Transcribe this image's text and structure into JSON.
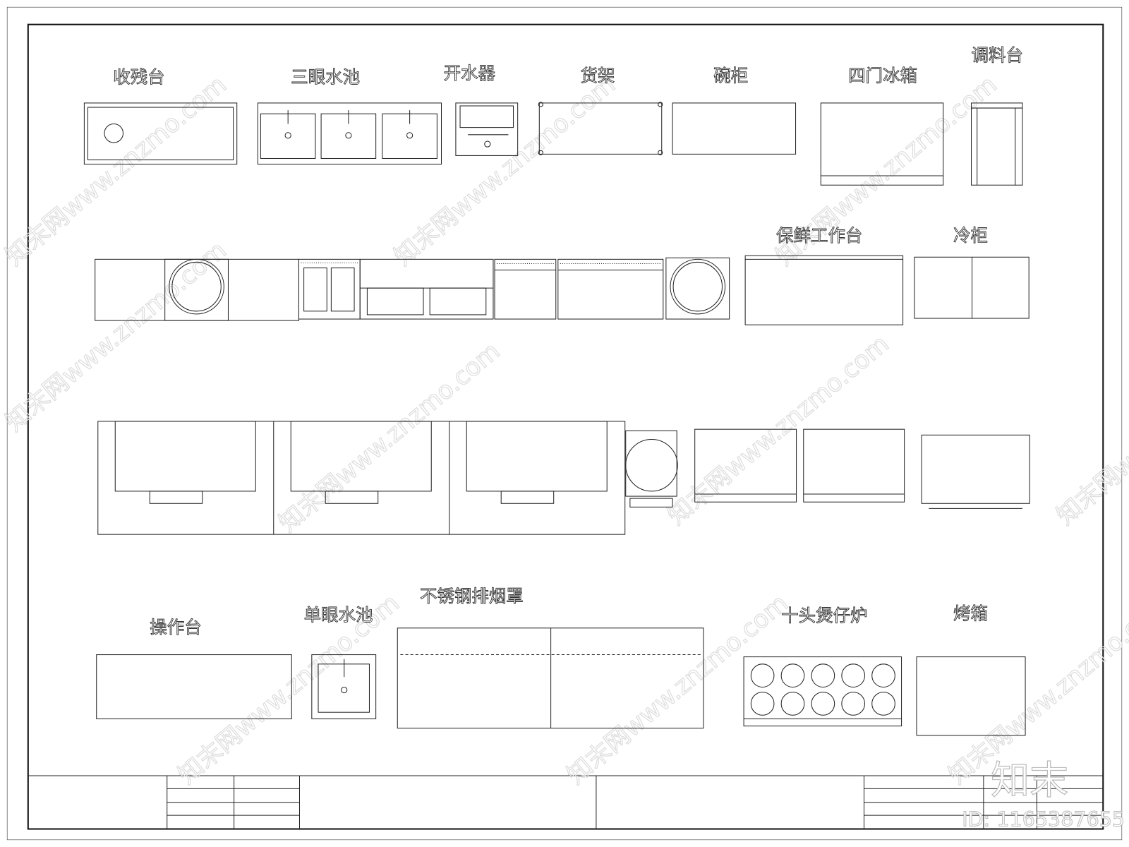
{
  "labels": {
    "clearing_table": "收残台",
    "triple_sink": "三眼水池",
    "water_boiler": "开水器",
    "shelf": "货架",
    "bowl_cabinet": "碗柜",
    "four_door_fridge": "四门冰箱",
    "seasoning_table": "调料台",
    "fresh_work_table": "保鲜工作台",
    "freezer": "冷柜",
    "work_table": "操作台",
    "single_sink": "单眼水池",
    "exhaust_hood": "不锈钢排烟罩",
    "ten_head_clay_pot_stove": "十头煲仔炉",
    "oven": "烤箱"
  },
  "watermark": {
    "text": "知末网www.znzmo.com",
    "logo": "知末",
    "id": "ID: 1165387655"
  }
}
